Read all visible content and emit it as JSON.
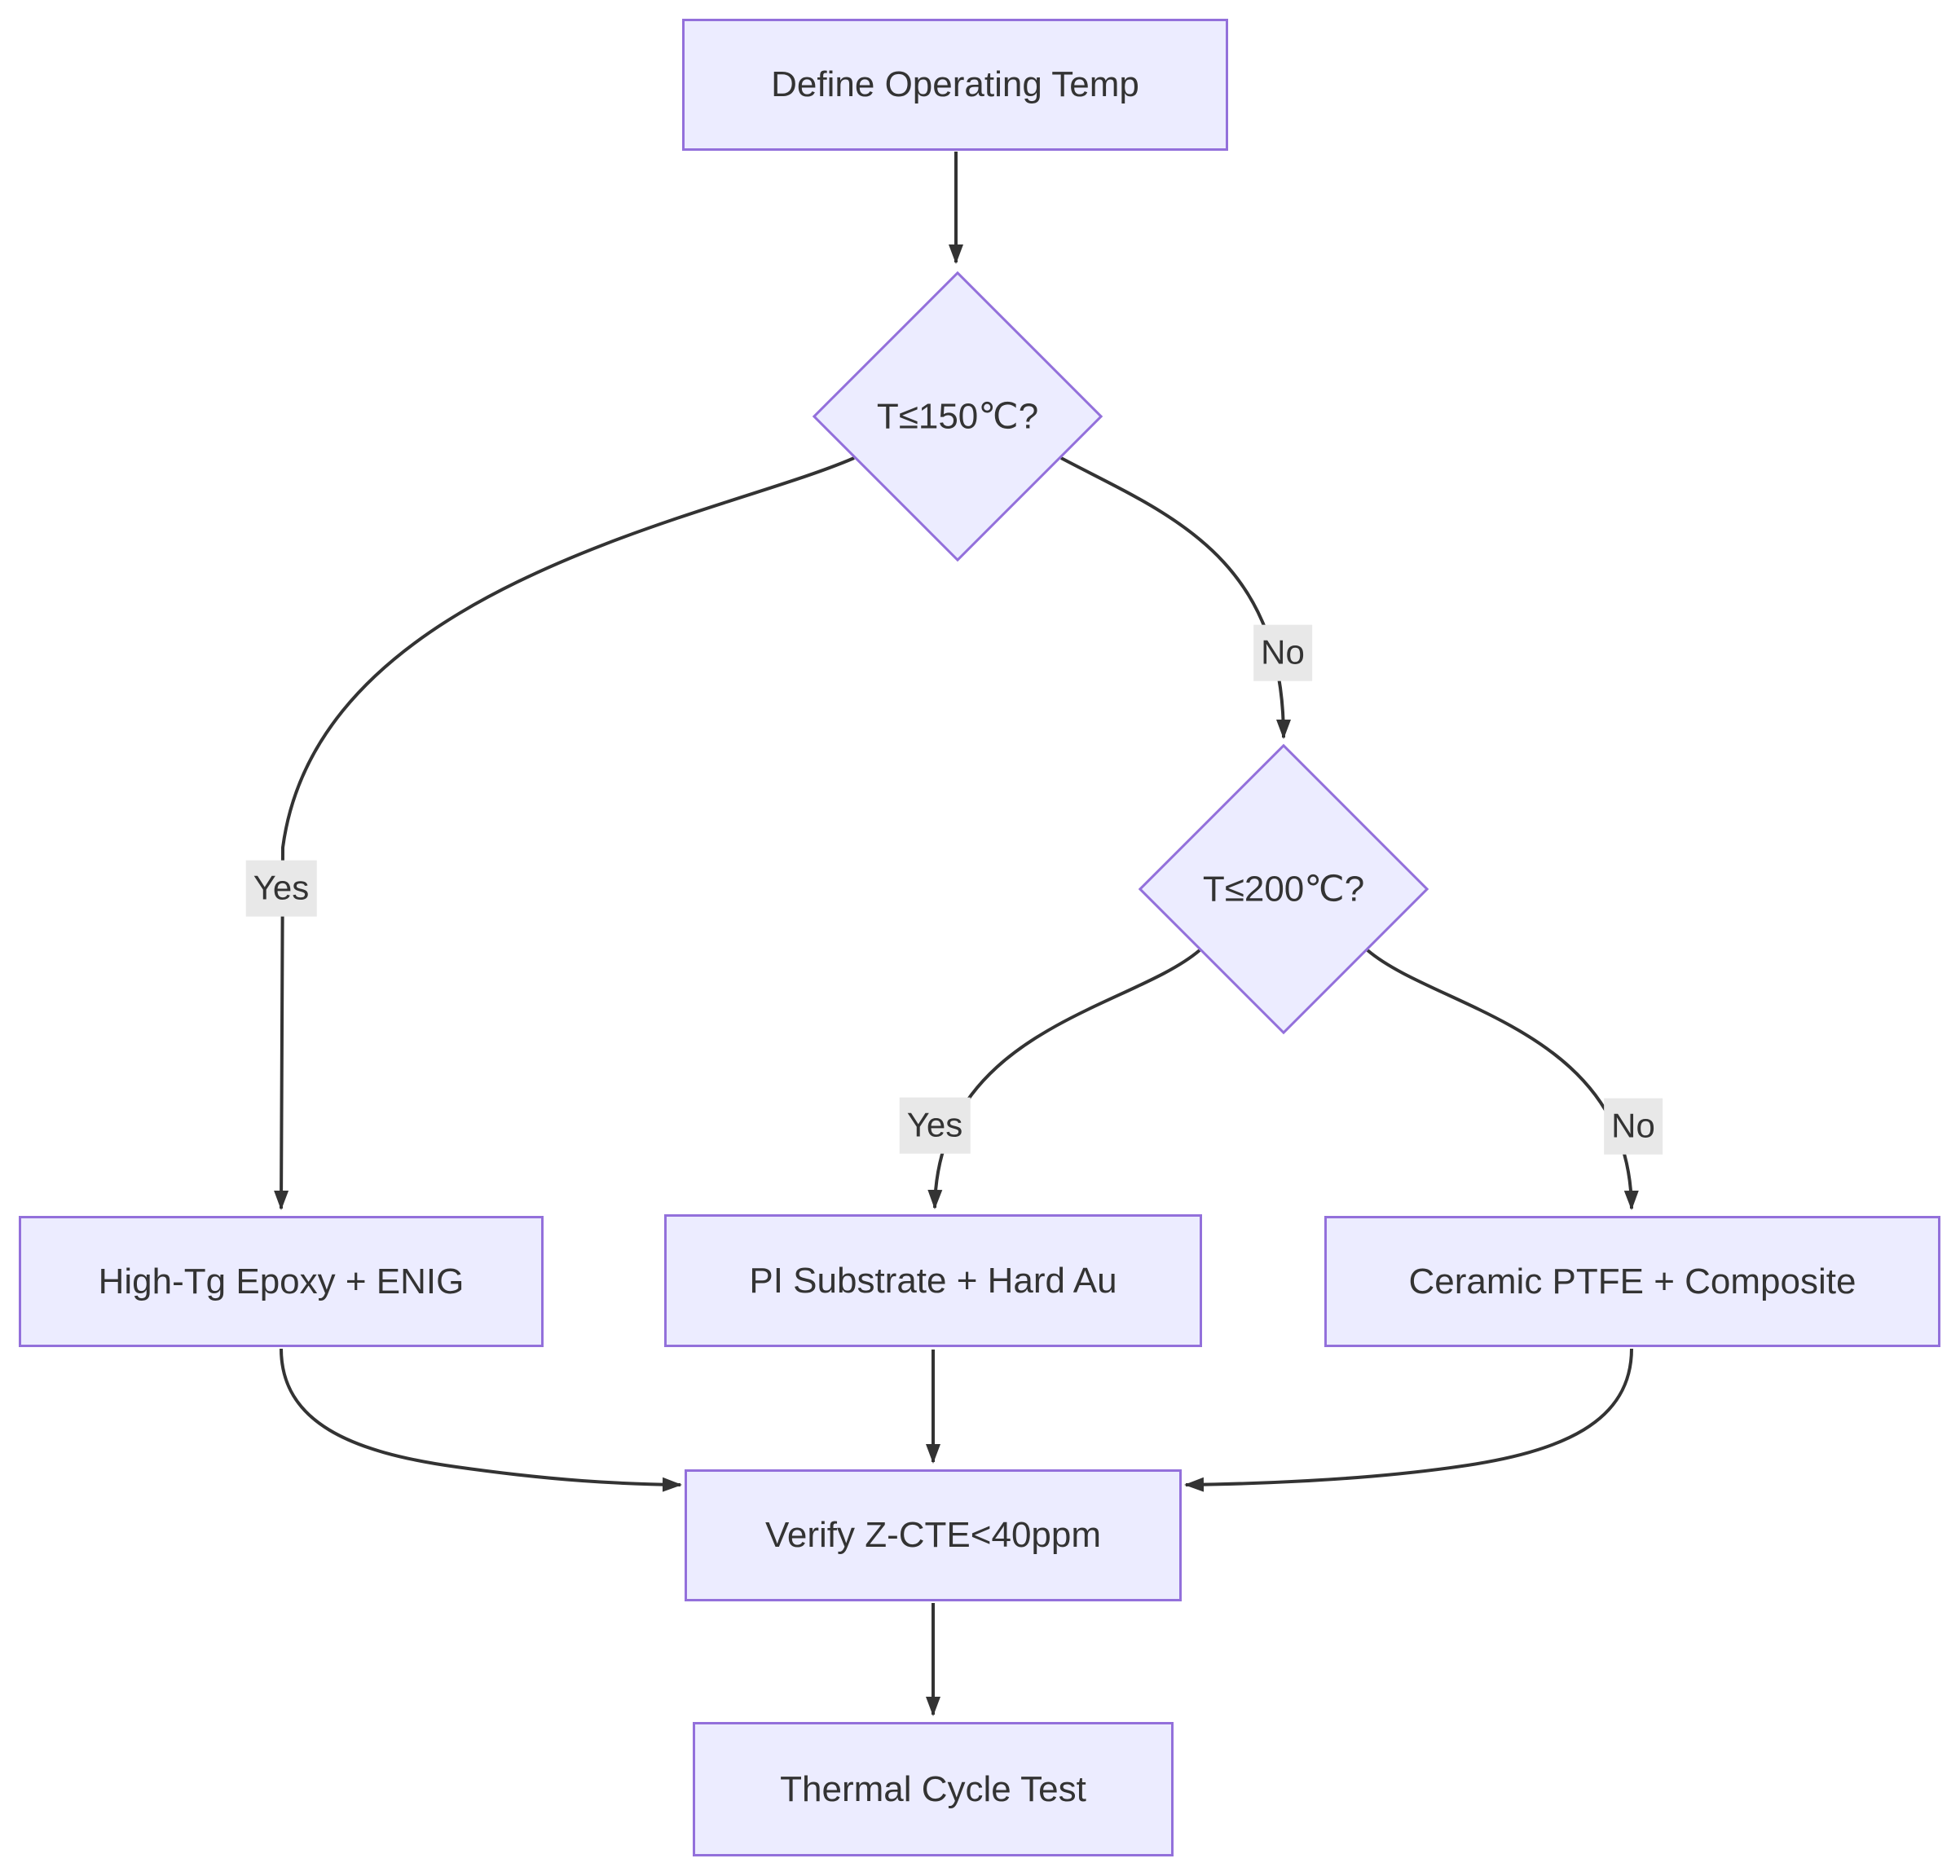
{
  "diagram": {
    "type": "flowchart",
    "direction": "top-down",
    "nodes": [
      {
        "id": "A",
        "shape": "rect",
        "label": "Define Operating Temp"
      },
      {
        "id": "B",
        "shape": "diamond",
        "label": "T≤150℃?"
      },
      {
        "id": "C",
        "shape": "rect",
        "label": "High-Tg Epoxy + ENIG"
      },
      {
        "id": "D",
        "shape": "diamond",
        "label": "T≤200℃?"
      },
      {
        "id": "E",
        "shape": "rect",
        "label": "PI Substrate + Hard Au"
      },
      {
        "id": "F",
        "shape": "rect",
        "label": "Ceramic PTFE + Composite"
      },
      {
        "id": "G",
        "shape": "rect",
        "label": "Verify Z-CTE<40ppm"
      },
      {
        "id": "H",
        "shape": "rect",
        "label": "Thermal Cycle Test"
      }
    ],
    "edges": [
      {
        "from": "A",
        "to": "B",
        "label": ""
      },
      {
        "from": "B",
        "to": "C",
        "label": "Yes"
      },
      {
        "from": "B",
        "to": "D",
        "label": "No"
      },
      {
        "from": "D",
        "to": "E",
        "label": "Yes"
      },
      {
        "from": "D",
        "to": "F",
        "label": "No"
      },
      {
        "from": "C",
        "to": "G",
        "label": ""
      },
      {
        "from": "E",
        "to": "G",
        "label": ""
      },
      {
        "from": "F",
        "to": "G",
        "label": ""
      },
      {
        "from": "G",
        "to": "H",
        "label": ""
      }
    ],
    "colors": {
      "node-fill": "#ECECFF",
      "node-border": "#9370DB",
      "edge-color": "#333333",
      "label-bg": "#e8e8e8",
      "text-color": "#333333"
    }
  }
}
